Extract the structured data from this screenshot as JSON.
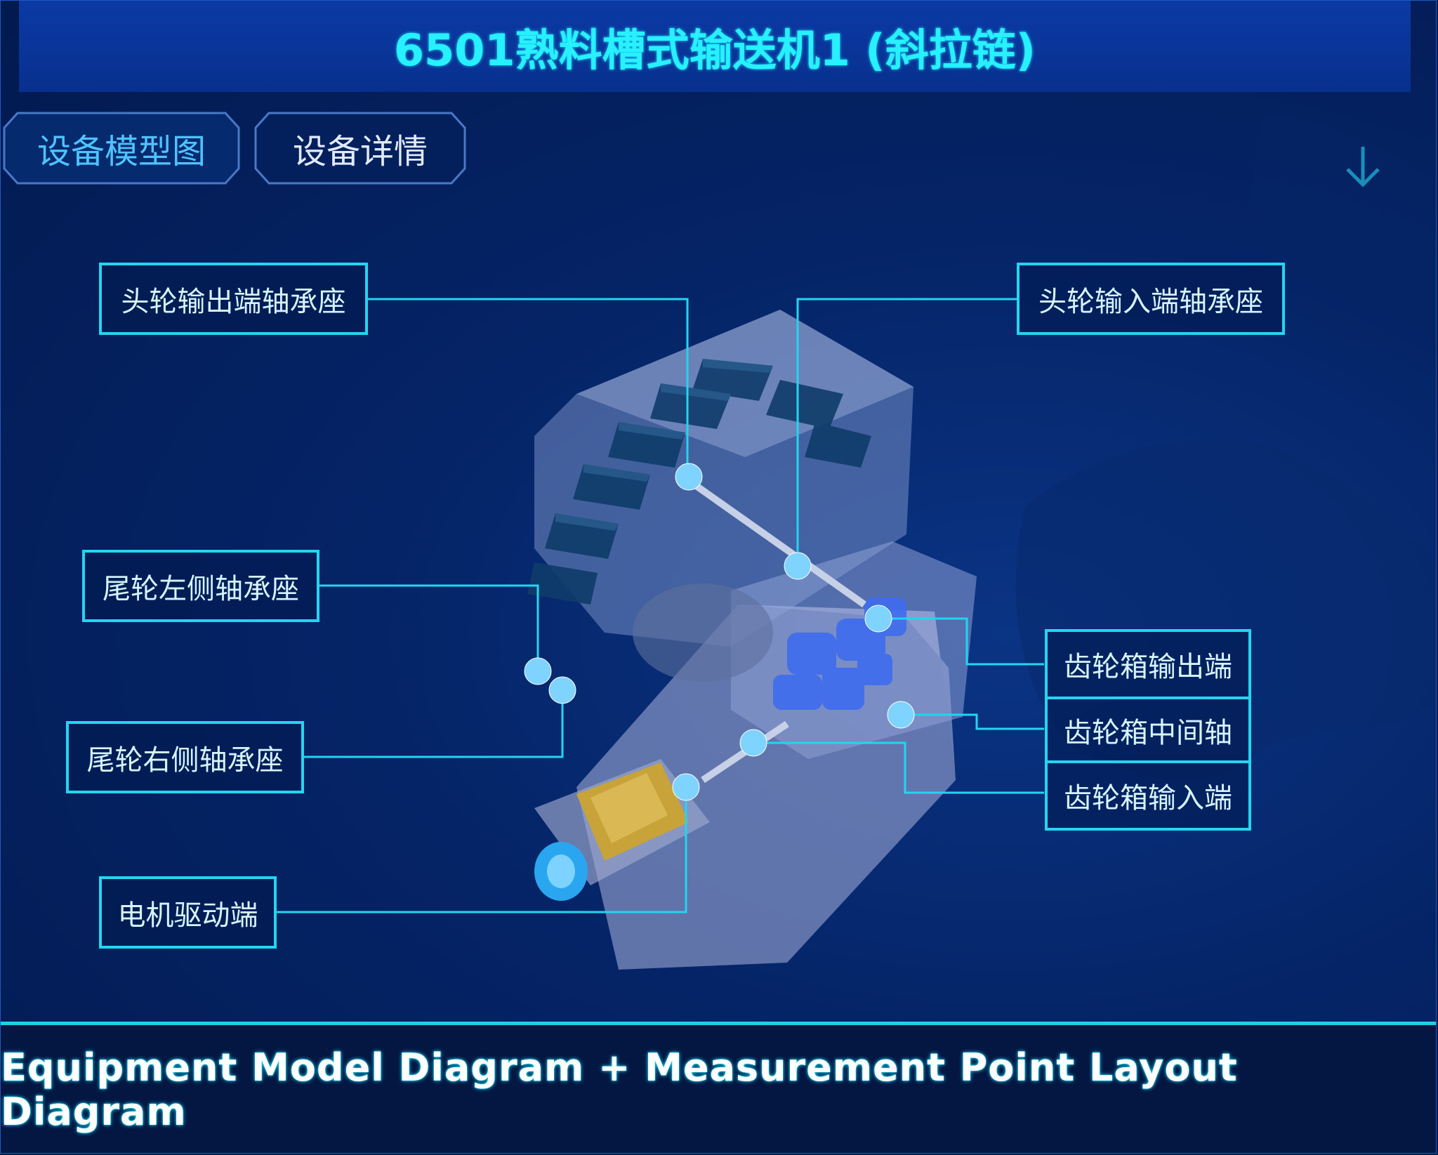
{
  "header": {
    "title": "6501熟料槽式输送机1 (斜拉链)"
  },
  "tabs": [
    {
      "label": "设备模型图",
      "active": true
    },
    {
      "label": "设备详情",
      "active": false
    }
  ],
  "icons": {
    "scroll_down": "arrow-down-icon"
  },
  "measurement_points": [
    {
      "id": "head-output",
      "label": "头轮输出端轴承座"
    },
    {
      "id": "head-input",
      "label": "头轮输入端轴承座"
    },
    {
      "id": "tail-left",
      "label": "尾轮左侧轴承座"
    },
    {
      "id": "tail-right",
      "label": "尾轮右侧轴承座"
    },
    {
      "id": "motor",
      "label": "电机驱动端"
    },
    {
      "id": "gearbox-output",
      "label": "齿轮箱输出端"
    },
    {
      "id": "gearbox-middle",
      "label": "齿轮箱中间轴"
    },
    {
      "id": "gearbox-input",
      "label": "齿轮箱输入端"
    }
  ],
  "footer": {
    "caption": "Equipment Model Diagram + Measurement Point Layout Diagram"
  },
  "colors": {
    "background": "#021a4f",
    "accent_cyan": "#23d5f0",
    "title_text": "#27f0ff",
    "point_dot": "#7fd4ff"
  }
}
